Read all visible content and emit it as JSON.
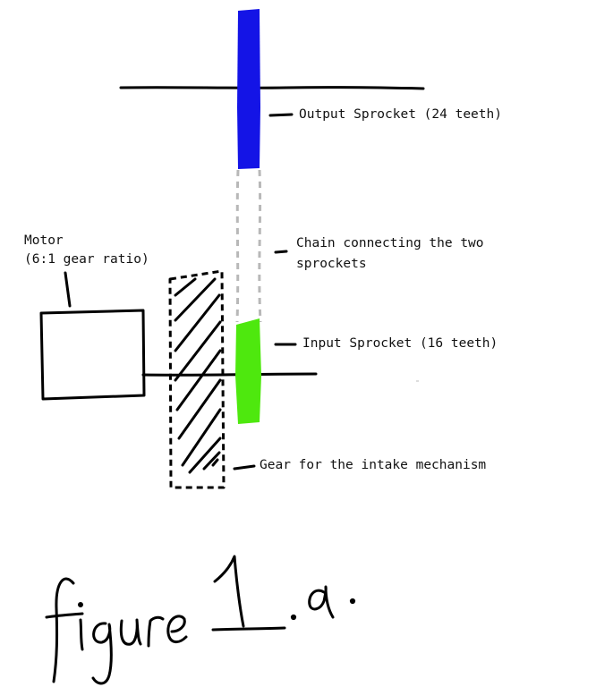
{
  "labels": {
    "output_sprocket": "Output Sprocket (24 teeth)",
    "chain_line1": "Chain connecting the two",
    "chain_line2": "sprockets",
    "motor_line1": "Motor",
    "motor_line2": "(6:1 gear ratio)",
    "input_sprocket": "Input Sprocket (16 teeth)",
    "intake_gear": "Gear for the intake mechanism"
  },
  "caption": "figure 1.a.",
  "colors": {
    "output_sprocket": "#1414e6",
    "input_sprocket": "#4ee80e",
    "chain": "#b8b8b8",
    "ink": "#000000"
  }
}
